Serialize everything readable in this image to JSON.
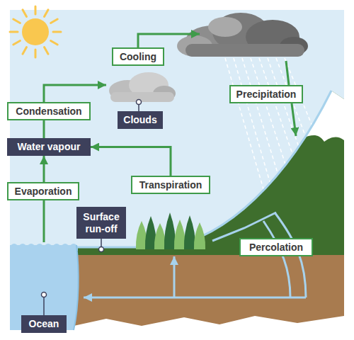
{
  "diagram": {
    "nodes": [
      {
        "text": [
          "Cooling"
        ]
      },
      {
        "text": [
          "Clouds"
        ]
      },
      {
        "text": [
          "Precipitation"
        ]
      },
      {
        "text": [
          "Condensation"
        ]
      },
      {
        "text": [
          "Water vapour"
        ]
      },
      {
        "text": [
          "Evaporation"
        ]
      },
      {
        "text": [
          "Transpiration"
        ]
      },
      {
        "text": [
          "Surface run-off"
        ]
      },
      {
        "text": [
          "Percolation"
        ]
      },
      {
        "text": [
          "Ocean"
        ]
      }
    ],
    "edges": [
      {
        "from": 5,
        "to": 4,
        "arrow": "to"
      },
      {
        "from": 4,
        "to": 3,
        "arrow": "none"
      },
      {
        "from": 3,
        "to": 1,
        "arrow": "to"
      },
      {
        "from": 6,
        "to": 4,
        "arrow": "to"
      }
    ]
  }
}
